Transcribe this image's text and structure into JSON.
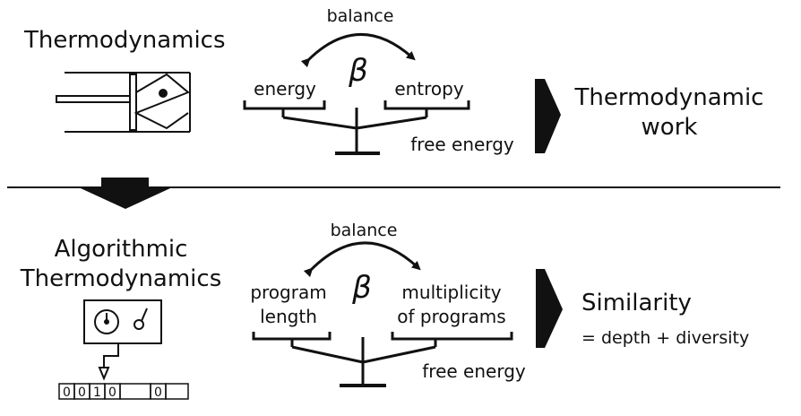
{
  "top": {
    "title": "Thermodynamics",
    "balance_label": "balance",
    "beta_symbol": "β",
    "left_label": "energy",
    "right_label": "entropy",
    "fulcrum_label": "free energy",
    "result_line1": "Thermodynamic",
    "result_line2": "work"
  },
  "bottom": {
    "title_line1": "Algorithmic",
    "title_line2": "Thermodynamics",
    "balance_label": "balance",
    "beta_symbol": "β",
    "left_label_line1": "program",
    "left_label_line2": "length",
    "right_label_line1": "multiplicity",
    "right_label_line2": "of programs",
    "fulcrum_label": "free energy",
    "result_line1": "Similarity",
    "result_line2": "= depth + diversity",
    "tape_cells": [
      "0",
      "0",
      "1",
      "0",
      "",
      "0",
      ""
    ]
  },
  "colors": {
    "ink": "#111111",
    "background": "#ffffff"
  },
  "icons": [
    "piston-cylinder-icon",
    "turing-machine-icon",
    "balance-scale-icon",
    "arrow-right-icon",
    "arrow-down-icon"
  ]
}
